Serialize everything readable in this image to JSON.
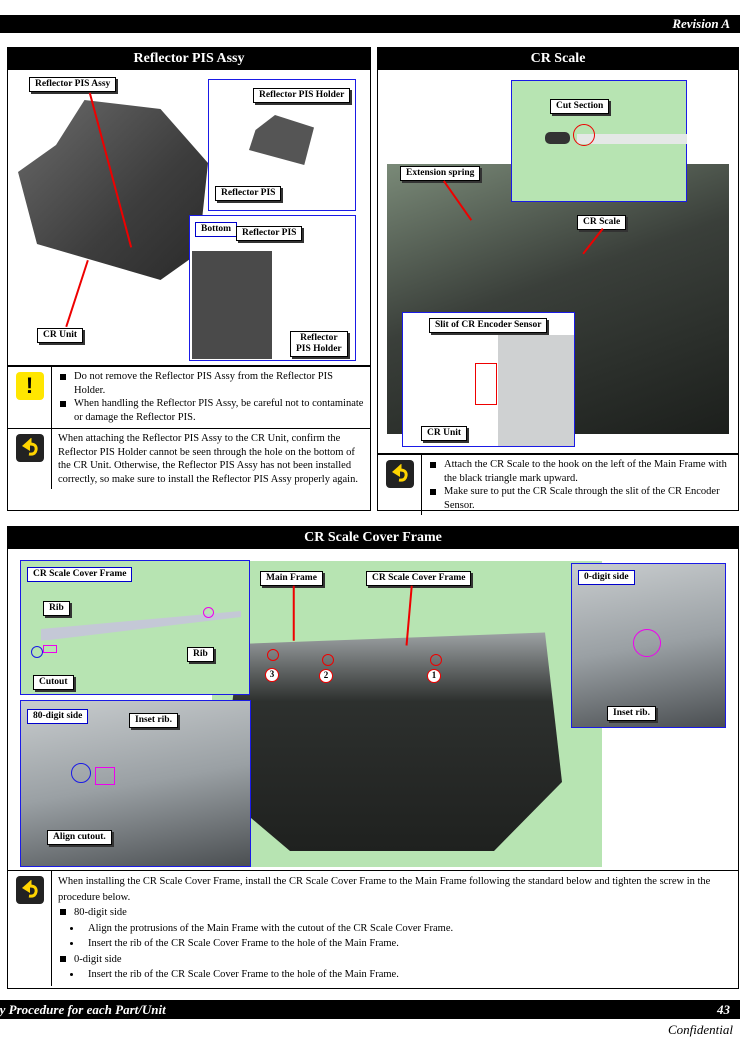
{
  "header": {
    "revision": "Revision A"
  },
  "footer": {
    "section": "ly Procedure for each Part/Unit",
    "page_number": "43",
    "confidential": "Confidential"
  },
  "panels": {
    "reflector": {
      "title": "Reflector PIS Assy",
      "labels": {
        "assy": "Reflector PIS Assy",
        "holder": "Reflector PIS Holder",
        "pis": "Reflector PIS",
        "bottom": "Bottom",
        "pis2": "Reflector PIS",
        "holder2_line1": "Reflector",
        "holder2_line2": "PIS Holder",
        "cr_unit": "CR Unit"
      },
      "caution": {
        "icon": "caution-icon",
        "items": [
          "Do not remove the Reflector PIS Assy from the Reflector PIS Holder.",
          "When handling the Reflector PIS Assy, be careful not to contaminate or damage the Reflector PIS."
        ]
      },
      "reassembly": {
        "icon": "reassembly-icon",
        "text": "When attaching the Reflector PIS Assy to the CR Unit, confirm the Reflector PIS Holder cannot be seen through the hole on the bottom of the CR Unit. Otherwise, the Reflector PIS Assy has not been installed correctly, so make sure to install the Reflector PIS Assy properly again."
      }
    },
    "cr_scale": {
      "title": "CR Scale",
      "labels": {
        "cut_section": "Cut Section",
        "extension_spring": "Extension spring",
        "cr_scale": "CR Scale",
        "slit": "Slit of CR Encoder Sensor",
        "cr_unit": "CR Unit"
      },
      "reassembly": {
        "icon": "reassembly-icon",
        "items": [
          "Attach the CR Scale to the hook on the left of the Main Frame with the black triangle mark upward.",
          "Make sure to put the CR Scale through the slit of the CR Encoder Sensor."
        ]
      }
    },
    "cover_frame": {
      "title": "CR Scale Cover Frame",
      "labels": {
        "cover_frame_inset": "CR Scale Cover Frame",
        "rib_left": "Rib",
        "rib_right": "Rib",
        "cutout": "Cutout",
        "main_frame": "Main Frame",
        "cover_frame_main": "CR Scale Cover Frame",
        "zero_digit": "0-digit side",
        "inset_rib_right": "Inset rib.",
        "eighty_digit": "80-digit side",
        "inset_rib_left": "Inset rib.",
        "align_cutout": "Align cutout.",
        "screw_1": "1",
        "screw_2": "2",
        "screw_3": "3"
      },
      "reassembly": {
        "icon": "reassembly-icon",
        "intro": "When installing the CR Scale Cover Frame, install the CR Scale Cover Frame to the Main Frame following the standard below and tighten the screw in the procedure below.",
        "side_80": "80-digit side",
        "side_80_items": [
          "Align the protrusions of the Main Frame with the cutout of the CR Scale Cover Frame.",
          "Insert the rib of the CR Scale Cover Frame to the hole of the Main Frame."
        ],
        "side_0": "0-digit side",
        "side_0_items": [
          "Insert the rib of the CR Scale Cover Frame to the hole of the Main Frame."
        ]
      }
    }
  }
}
